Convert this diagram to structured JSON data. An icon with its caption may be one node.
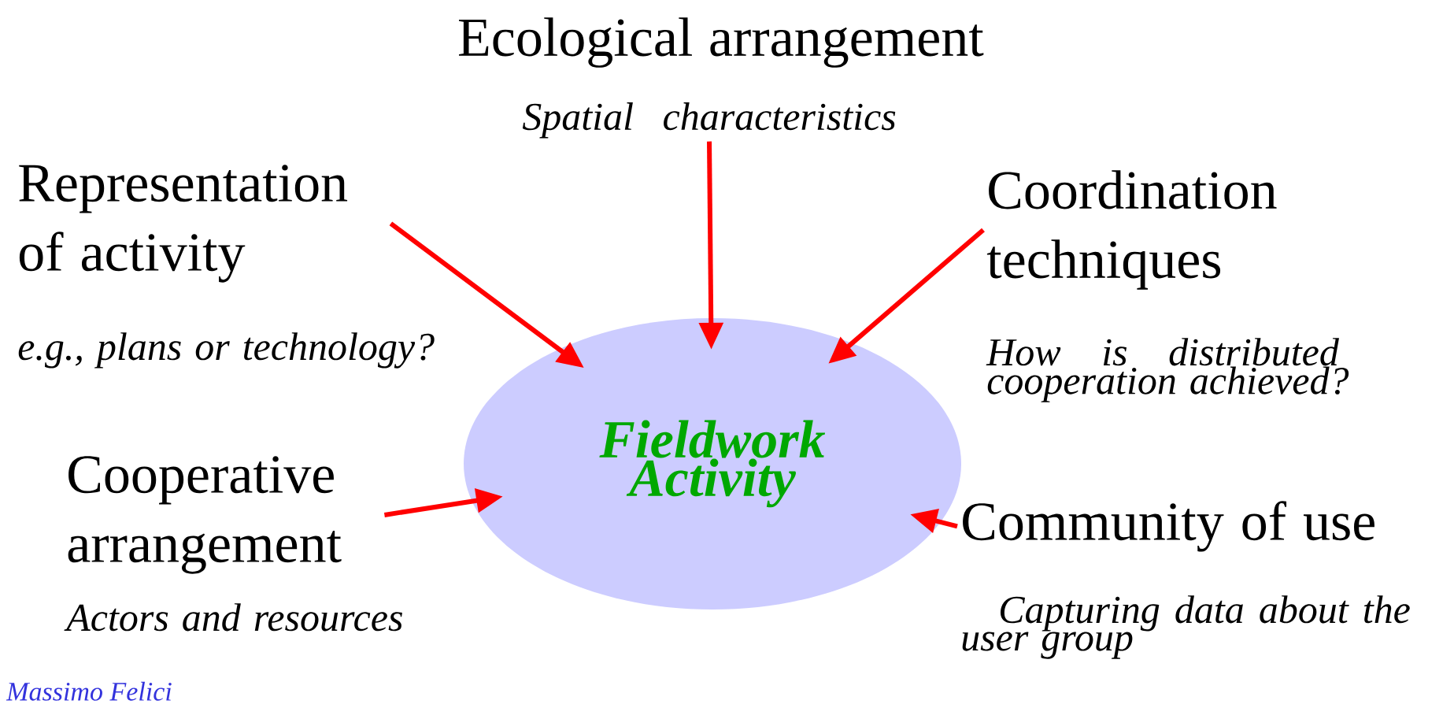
{
  "diagram": {
    "nodes": [
      {
        "text": [
          "Ecological arrangement",
          "Spatial characteristics"
        ]
      },
      {
        "text": [
          "Representation of activity"
        ]
      },
      {
        "text": [
          "Coordination techniques"
        ]
      },
      {
        "text": [
          "Fieldwork Activity"
        ]
      },
      {
        "text": [
          "Cooperative arrangement"
        ],
        "beside": [
          "Actors and resources"
        ]
      },
      {
        "text": [
          "Community of use"
        ]
      }
    ],
    "edges": [
      {
        "from": 0,
        "to": 3,
        "arrow": "to"
      },
      {
        "from": 1,
        "to": 3,
        "arrow": "to"
      },
      {
        "from": 2,
        "to": 3,
        "arrow": "to"
      },
      {
        "from": 4,
        "to": 3,
        "arrow": "to"
      },
      {
        "from": 5,
        "to": 3,
        "arrow": "to"
      }
    ],
    "labels": [
      "e.g., plans or technology?",
      "How is distributed cooperation achieved?",
      "Capturing data about the user group",
      "Massimo Felici"
    ]
  }
}
